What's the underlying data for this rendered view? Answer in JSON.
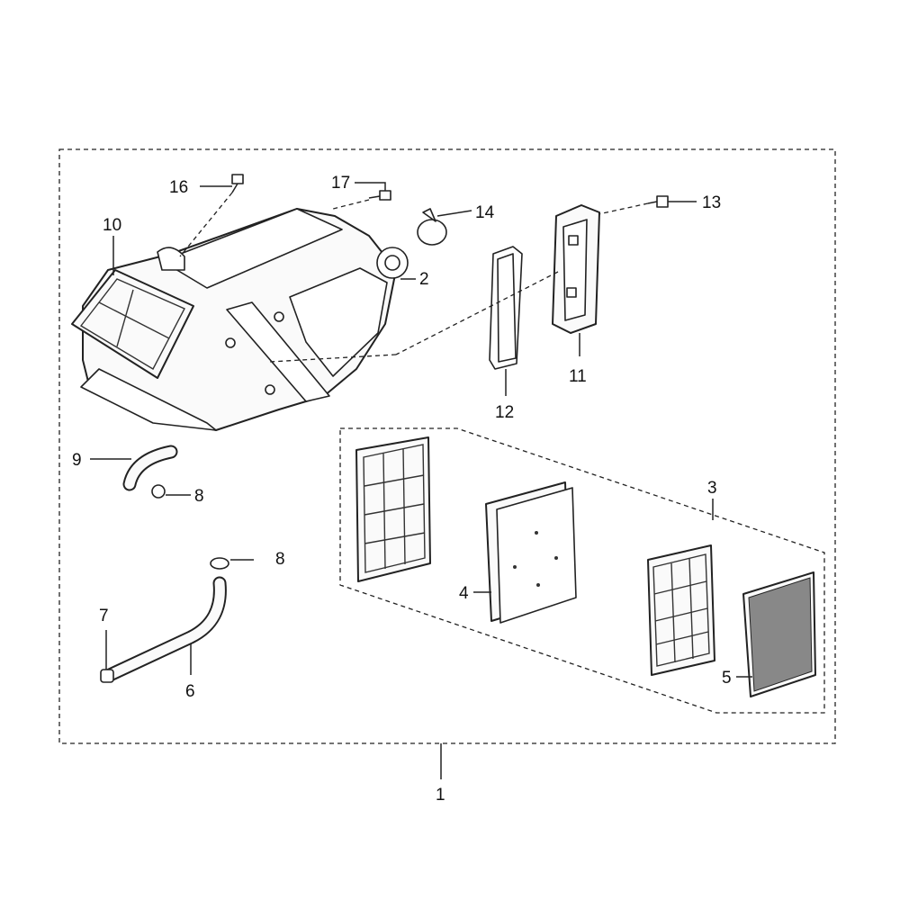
{
  "labels": {
    "p1": "1",
    "p2": "2",
    "p3": "3",
    "p4": "4",
    "p5": "5",
    "p6": "6",
    "p7": "7",
    "p8a": "8",
    "p8b": "8",
    "p9": "9",
    "p10": "10",
    "p11": "11",
    "p12": "12",
    "p13": "13",
    "p14": "14",
    "p16": "16",
    "p17": "17"
  }
}
